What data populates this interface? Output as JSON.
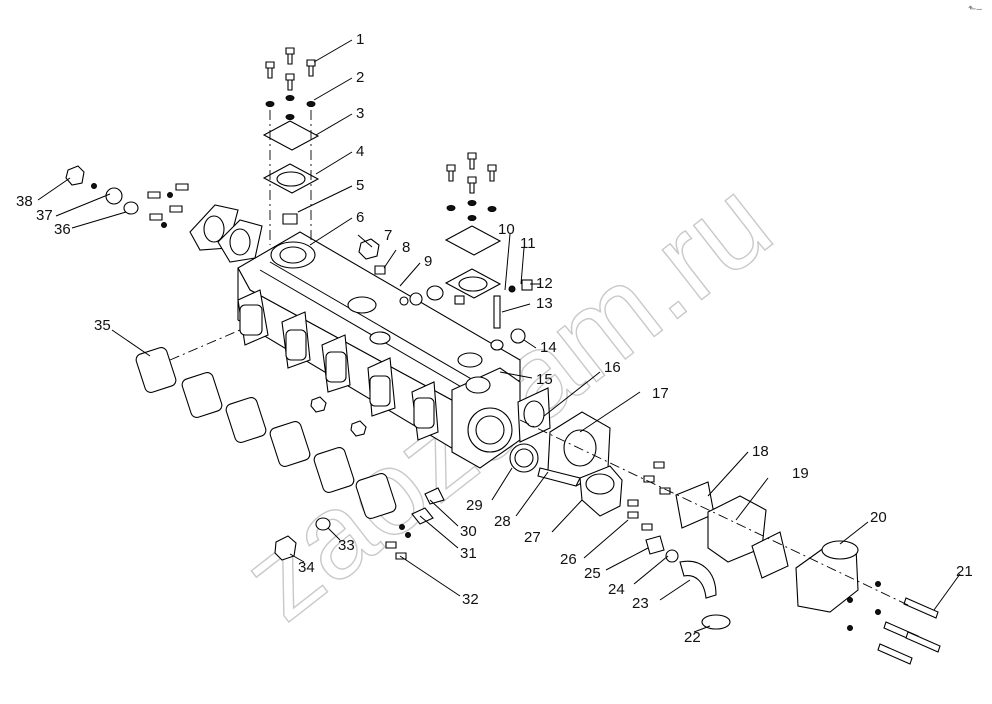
{
  "watermark": "zaozaam.ru",
  "corner_mark": "⬑–",
  "callouts": [
    "1",
    "2",
    "3",
    "4",
    "5",
    "6",
    "7",
    "8",
    "9",
    "10",
    "11",
    "12",
    "13",
    "14",
    "15",
    "16",
    "17",
    "18",
    "19",
    "20",
    "21",
    "22",
    "23",
    "24",
    "25",
    "26",
    "27",
    "28",
    "29",
    "30",
    "31",
    "32",
    "33",
    "34",
    "35",
    "36",
    "37",
    "38"
  ]
}
